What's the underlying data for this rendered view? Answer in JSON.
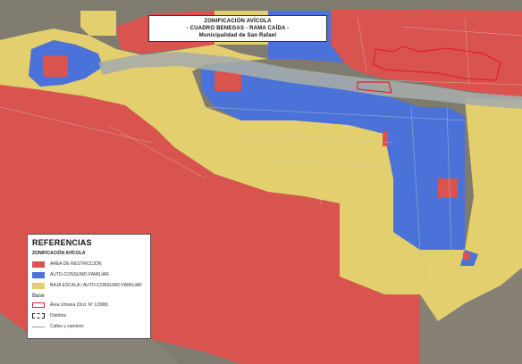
{
  "title": {
    "line1": "ZONIFICACIÓN AVÍCOLA",
    "line2": "- CUADRO BENEGAS - RAMA CAÍDA -",
    "line3": "Municipalidad de San Rafael"
  },
  "legend": {
    "heading": "REFERENCIAS",
    "section": "ZONIFICACIÓN AVÍCOLA",
    "zones": [
      {
        "label": "AREA DE RESTRICCIÓN",
        "color": "#d9534f"
      },
      {
        "label": "AUTO-CONSUMO FAMILIAR",
        "color": "#4a72d8"
      },
      {
        "label": "BAJA ESCALA / AUTO-CONSUMO FAMILIAR",
        "color": "#e3cf6e"
      }
    ],
    "base_title": "Base",
    "base_items": [
      {
        "label": "Área Urbana (Ord. Nº 12998)",
        "style": "red-outline"
      },
      {
        "label": "Distritos",
        "style": "dashed-outline"
      },
      {
        "label": "Calles y caminos",
        "style": "line"
      }
    ]
  },
  "colors": {
    "restriction": "#d9534f",
    "family": "#4a72d8",
    "low_scale": "#e3cf6e",
    "terrain": "#7e7a6e",
    "river": "#9aa3a3",
    "urban_outline": "#e0222a"
  }
}
